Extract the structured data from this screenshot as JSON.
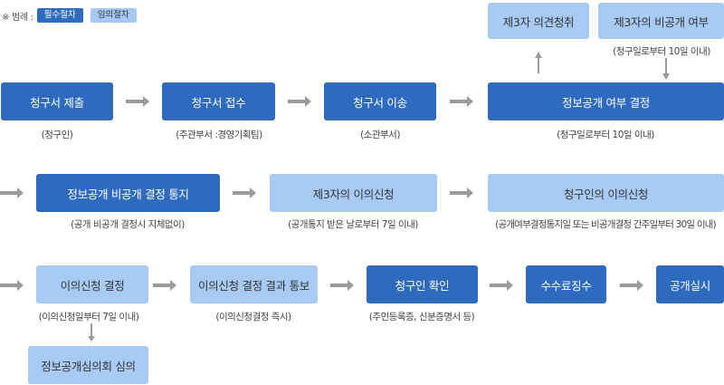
{
  "legend": {
    "label": "※ 범례 :",
    "required": "필수절차",
    "optional": "임의절차"
  },
  "steps": {
    "request_submit": {
      "label": "청구서 제출",
      "note": "(청구인)"
    },
    "request_receive": {
      "label": "청구서 접수",
      "note": "(주관부서 :경영기획팀)"
    },
    "request_transfer": {
      "label": "청구서 이송",
      "note": "(소관부서)"
    },
    "disclosure_decision": {
      "label": "정보공개 여부 결정",
      "note": "(청구일로부터 10일 이내)"
    },
    "third_party_opinion": {
      "label": "제3자 의견청취"
    },
    "third_party_nondisclosure": {
      "label": "제3자의 비공개 여부",
      "note": "(청구일로부터 10일 이내)"
    },
    "decision_notice": {
      "label": "정보공개 비공개 결정 통지",
      "note": "(공개 비공개 결정시 지체없이)"
    },
    "third_party_objection": {
      "label": "제3자의 이의신청",
      "note": "(공개통지 받은 날로부터 7일 이내)"
    },
    "requester_objection": {
      "label": "청구인의 이의신청",
      "note": "(공개여부결정통지일 또는 비공개결정 간주일부터 30일 이내)"
    },
    "objection_decision": {
      "label": "이의신청 결정",
      "note": "(이의신청일부터 7일 이내)"
    },
    "objection_result_notice": {
      "label": "이의신청 결정 결과 통보",
      "note": "(이의신청결정 즉시)"
    },
    "requester_verify": {
      "label": "청구인 확인",
      "note": "(주민등록증, 신분증명서 등)"
    },
    "fee_collection": {
      "label": "수수료징수"
    },
    "disclosure_execution": {
      "label": "공개실시"
    },
    "committee_review": {
      "label": "정보공개심의회 심의"
    }
  },
  "colors": {
    "required": "#2e6abe",
    "optional": "#a8cbf6",
    "arrow": "#9a9a9a"
  }
}
